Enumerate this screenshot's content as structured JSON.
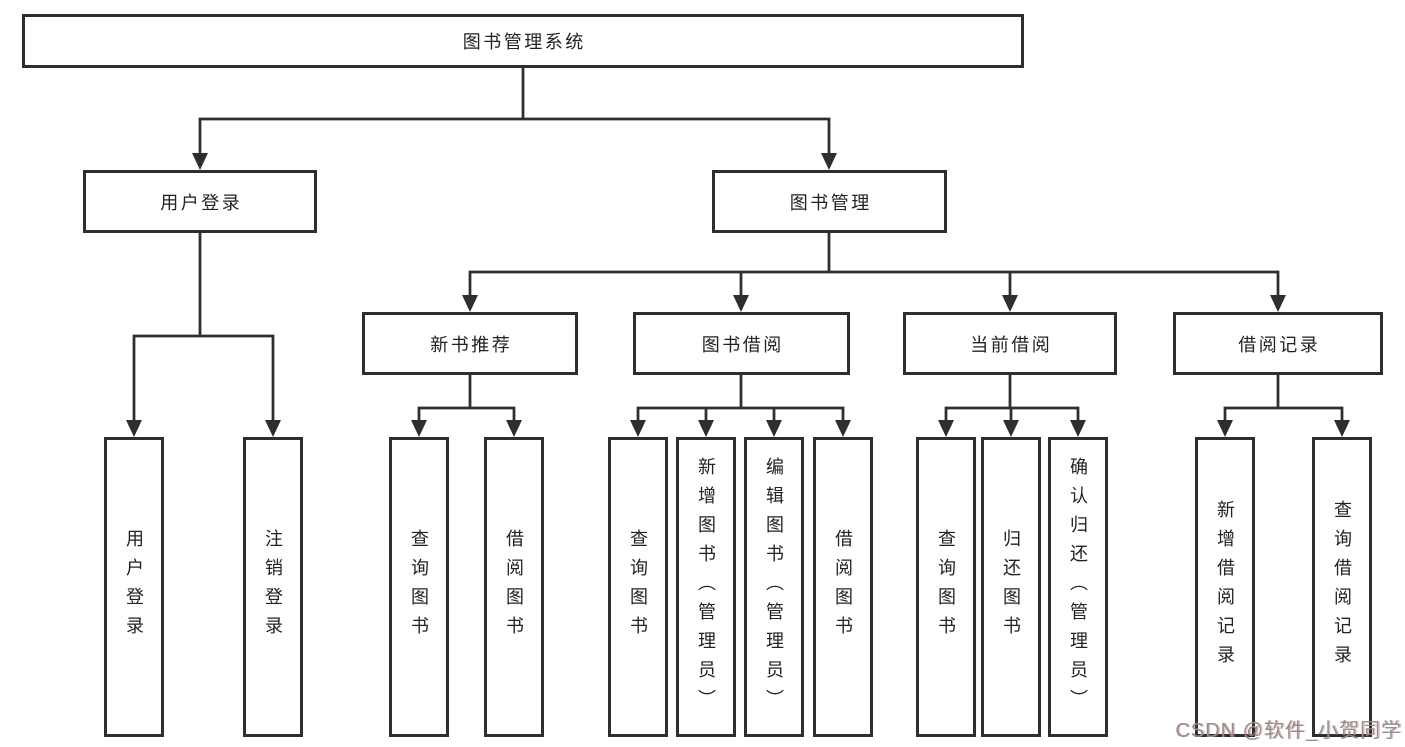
{
  "tree": {
    "label": "图书管理系统",
    "children": [
      {
        "label": "用户登录",
        "children": [
          {
            "label": "用户登录"
          },
          {
            "label": "注销登录"
          }
        ]
      },
      {
        "label": "图书管理",
        "children": [
          {
            "label": "新书推荐",
            "children": [
              {
                "label": "查询图书"
              },
              {
                "label": "借阅图书"
              }
            ]
          },
          {
            "label": "图书借阅",
            "children": [
              {
                "label": "查询图书"
              },
              {
                "label": "新增图书（管理员）"
              },
              {
                "label": "编辑图书（管理员）"
              },
              {
                "label": "借阅图书"
              }
            ]
          },
          {
            "label": "当前借阅",
            "children": [
              {
                "label": "查询图书"
              },
              {
                "label": "归还图书"
              },
              {
                "label": "确认归还（管理员）"
              }
            ]
          },
          {
            "label": "借阅记录",
            "children": [
              {
                "label": "新增借阅记录"
              },
              {
                "label": "查询借阅记录"
              }
            ]
          }
        ]
      }
    ]
  },
  "watermark": {
    "text": "CSDN @软件_小贺同学"
  },
  "colors": {
    "line": "#2e2e2e",
    "text": "#222222",
    "background": "#ffffff",
    "watermark": "#8f8f8f"
  }
}
